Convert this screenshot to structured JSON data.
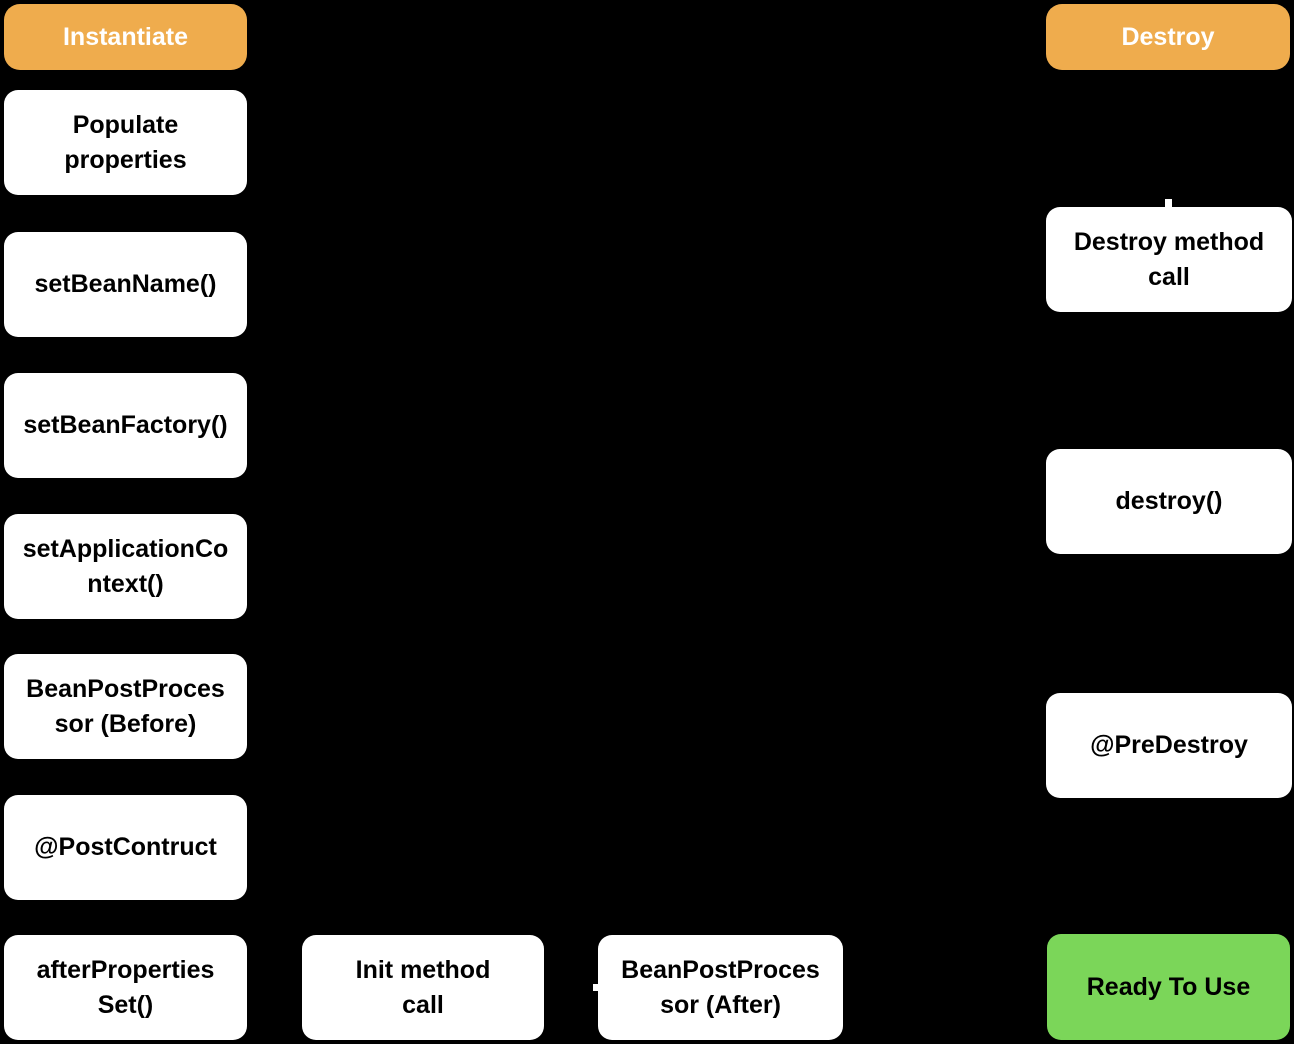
{
  "colors": {
    "background": "#000000",
    "stage": "#EFAC4D",
    "stage_text": "#FFFFFF",
    "step_bg": "#FFFFFF",
    "step_text": "#000000",
    "ready": "#7BD659"
  },
  "left_column": {
    "header": {
      "label": "Instantiate"
    },
    "steps": [
      {
        "label": "Populate\nproperties"
      },
      {
        "label": "setBeanName()"
      },
      {
        "label": "setBeanFactory()"
      },
      {
        "label": "setApplicationCo\nntext()"
      },
      {
        "label": "BeanPostProces\nsor (Before)"
      },
      {
        "label": "@PostContruct"
      },
      {
        "label": "afterProperties\nSet()"
      }
    ]
  },
  "bottom_row": {
    "steps": [
      {
        "label": "Init method\ncall"
      },
      {
        "label": "BeanPostProces\nsor (After)"
      }
    ]
  },
  "right_column": {
    "header": {
      "label": "Destroy"
    },
    "steps": [
      {
        "label": "Destroy method\ncall"
      },
      {
        "label": "destroy()"
      },
      {
        "label": "@PreDestroy"
      }
    ],
    "ready": {
      "label": "Ready To Use"
    }
  }
}
